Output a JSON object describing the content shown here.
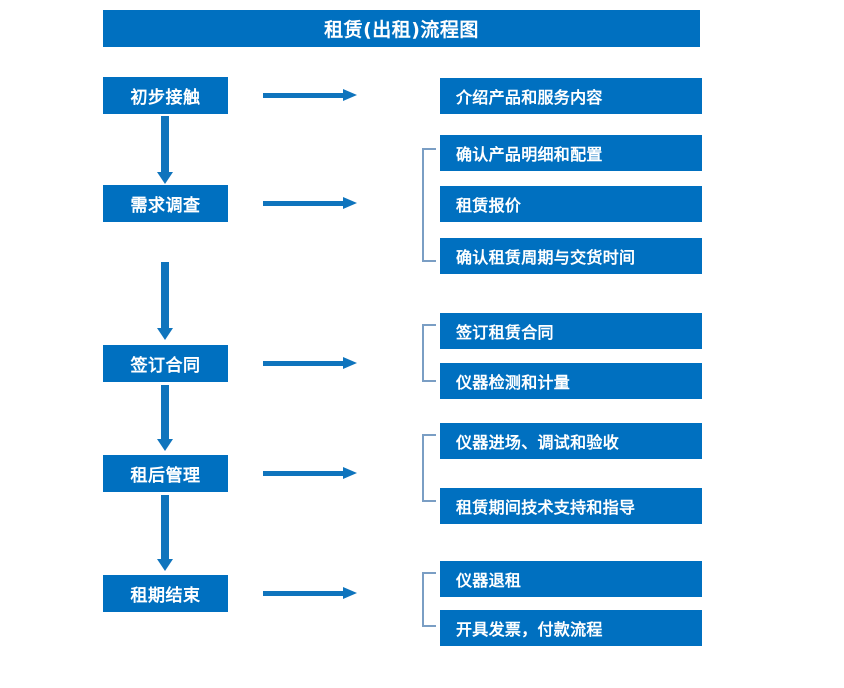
{
  "diagram": {
    "title": "租赁(出租)流程图",
    "colors": {
      "box_fill": "#0070c0",
      "box_text": "#ffffff",
      "arrow": "#0f74bd",
      "bracket": "#7a9ec4",
      "background": "#ffffff"
    },
    "stages": [
      {
        "label": "初步接触"
      },
      {
        "label": "需求调查"
      },
      {
        "label": "签订合同"
      },
      {
        "label": "租后管理"
      },
      {
        "label": "租期结束"
      }
    ],
    "detail_groups": [
      {
        "stage": "初步接触",
        "has_bracket": false,
        "items": [
          {
            "label": "介绍产品和服务内容"
          }
        ]
      },
      {
        "stage": "需求调查",
        "has_bracket": true,
        "items": [
          {
            "label": "确认产品明细和配置"
          },
          {
            "label": "租赁报价"
          },
          {
            "label": "确认租赁周期与交货时间"
          }
        ]
      },
      {
        "stage": "签订合同",
        "has_bracket": true,
        "items": [
          {
            "label": "签订租赁合同"
          },
          {
            "label": "仪器检测和计量"
          }
        ]
      },
      {
        "stage": "租后管理",
        "has_bracket": true,
        "items": [
          {
            "label": "仪器进场、调试和验收"
          },
          {
            "label": "租赁期间技术支持和指导"
          }
        ]
      },
      {
        "stage": "租期结束",
        "has_bracket": true,
        "items": [
          {
            "label": "仪器退租"
          },
          {
            "label": "开具发票，付款流程"
          }
        ]
      }
    ]
  }
}
